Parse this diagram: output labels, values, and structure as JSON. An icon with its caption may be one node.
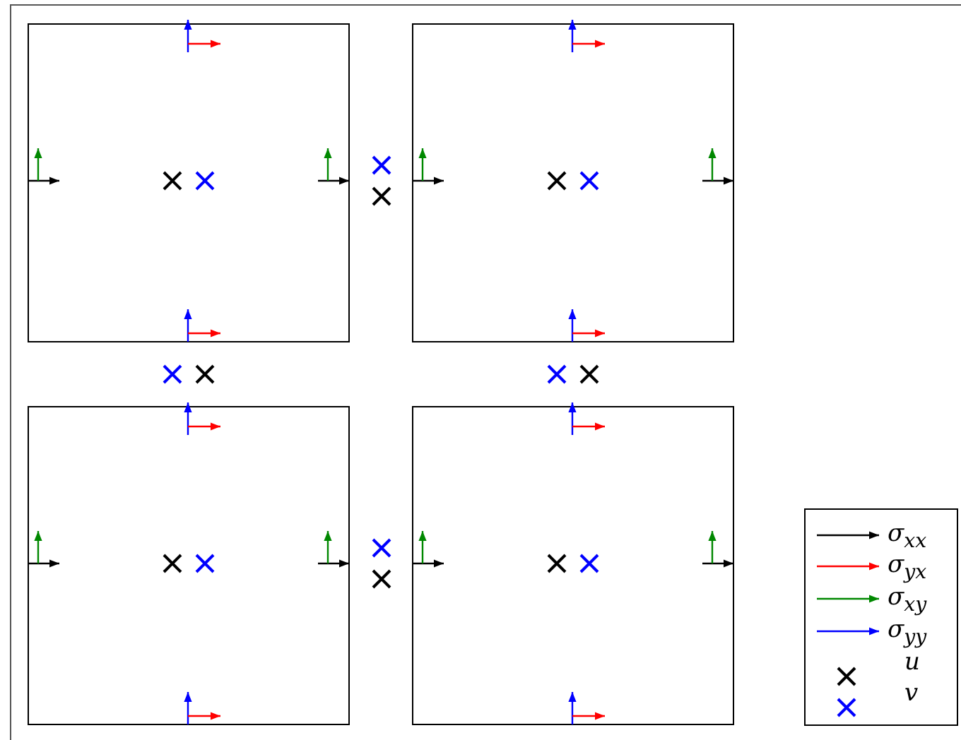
{
  "diagram": {
    "legend": [
      {
        "text": "σ$_{xx}$"
      },
      {
        "text": "σ$_{yx}$"
      },
      {
        "text": "σ$_{xy}$"
      },
      {
        "text": "σ$_{yy}$"
      },
      {
        "text": "u"
      },
      {
        "text": "v"
      }
    ]
  }
}
